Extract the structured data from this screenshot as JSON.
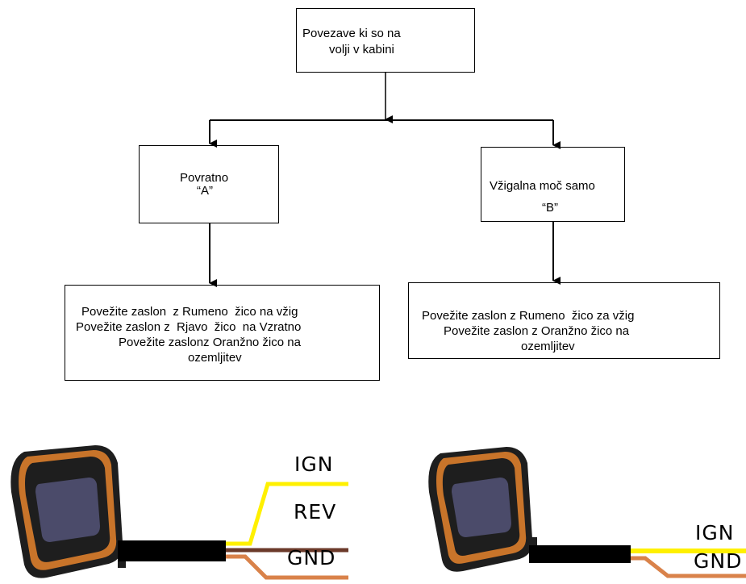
{
  "flow": {
    "top": {
      "line1": "Povezave ki so na",
      "line2": "volji v kabini"
    },
    "left": {
      "line1": "Povratno",
      "line2": "“A”"
    },
    "right": {
      "line1": "Vžigalna moč samo",
      "line2": "“B”"
    },
    "left_result": {
      "line1": "Povežite zaslon  z Rumeno  žico na vžig",
      "line2": "Povežite zaslon z  Rjavo  žico  na Vzratno",
      "line3": "Povežite zaslonz Oranžno žico na",
      "line4": "ozemljitev"
    },
    "right_result": {
      "line1": "Povežite zaslon z Rumeno  žico za vžig",
      "line2": "Povežite zaslon z Oranžno žico na",
      "line3": "ozemljitev"
    }
  },
  "wiring": {
    "left": {
      "ign": "IGN",
      "rev": "REV",
      "gnd": "GND"
    },
    "right": {
      "ign": "IGN",
      "gnd": "GND"
    }
  },
  "colors": {
    "ign_wire": "#FFF000",
    "rev_wire": "#6B3A2A",
    "gnd_wire": "#D9824A",
    "device_bezel": "#C8742A",
    "device_body": "#1E1E1E",
    "device_screen": "#4B4B6A"
  }
}
